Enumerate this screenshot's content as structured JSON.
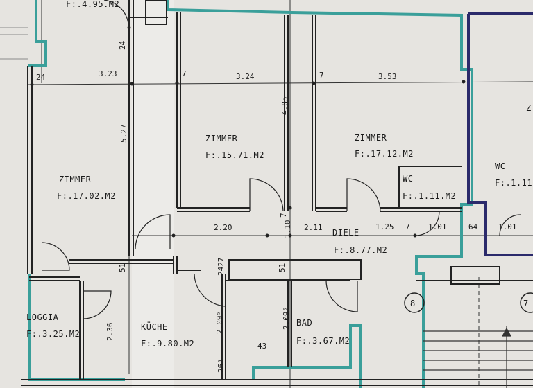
{
  "rooms": {
    "top_left_area": "F:.4.95.M2",
    "zimmer_left": {
      "name": "ZIMMER",
      "area": "F:.17.02.M2"
    },
    "zimmer_mid": {
      "name": "ZIMMER",
      "area": "F:.15.71.M2"
    },
    "zimmer_right": {
      "name": "ZIMMER",
      "area": "F:.17.12.M2"
    },
    "wc": {
      "name": "WC",
      "area": "F:.1.11.M2"
    },
    "wc_neighbor": {
      "name": "WC",
      "area": "F:.1.11"
    },
    "neighbor_letter": "Z",
    "diele": {
      "name": "DIELE",
      "area": "F:.8.77.M2"
    },
    "loggia": {
      "name": "LOGGIA",
      "area": "F:.3.25.M2"
    },
    "kueche": {
      "name": "KÜCHE",
      "area": "F:.9.80.M2"
    },
    "bad": {
      "name": "BAD",
      "area": "F:.3.67.M2"
    }
  },
  "dimensions": {
    "d24_top": "24",
    "d24_left": "24",
    "d323": "3.23",
    "d7_a": "7",
    "d324": "3.24",
    "d7_b": "7",
    "d353": "3.53",
    "d485": "4.85",
    "d527": "5.27",
    "d220": "2.20",
    "d110": "1.10",
    "d7_c": "7",
    "d211": "2.11",
    "d125": "1.25",
    "d7_d": "7",
    "d101": "1.01",
    "d64": "64",
    "d101b": "1.01",
    "d51_a": "51",
    "d2427": "2427",
    "d51_b": "51",
    "d236": "2.36",
    "d209_a": "2.09⁵",
    "d209_b": "2.09⁵",
    "d43": "43",
    "d26": "26⁵"
  },
  "markers": {
    "stair_8": "8",
    "stair_7": "7"
  }
}
